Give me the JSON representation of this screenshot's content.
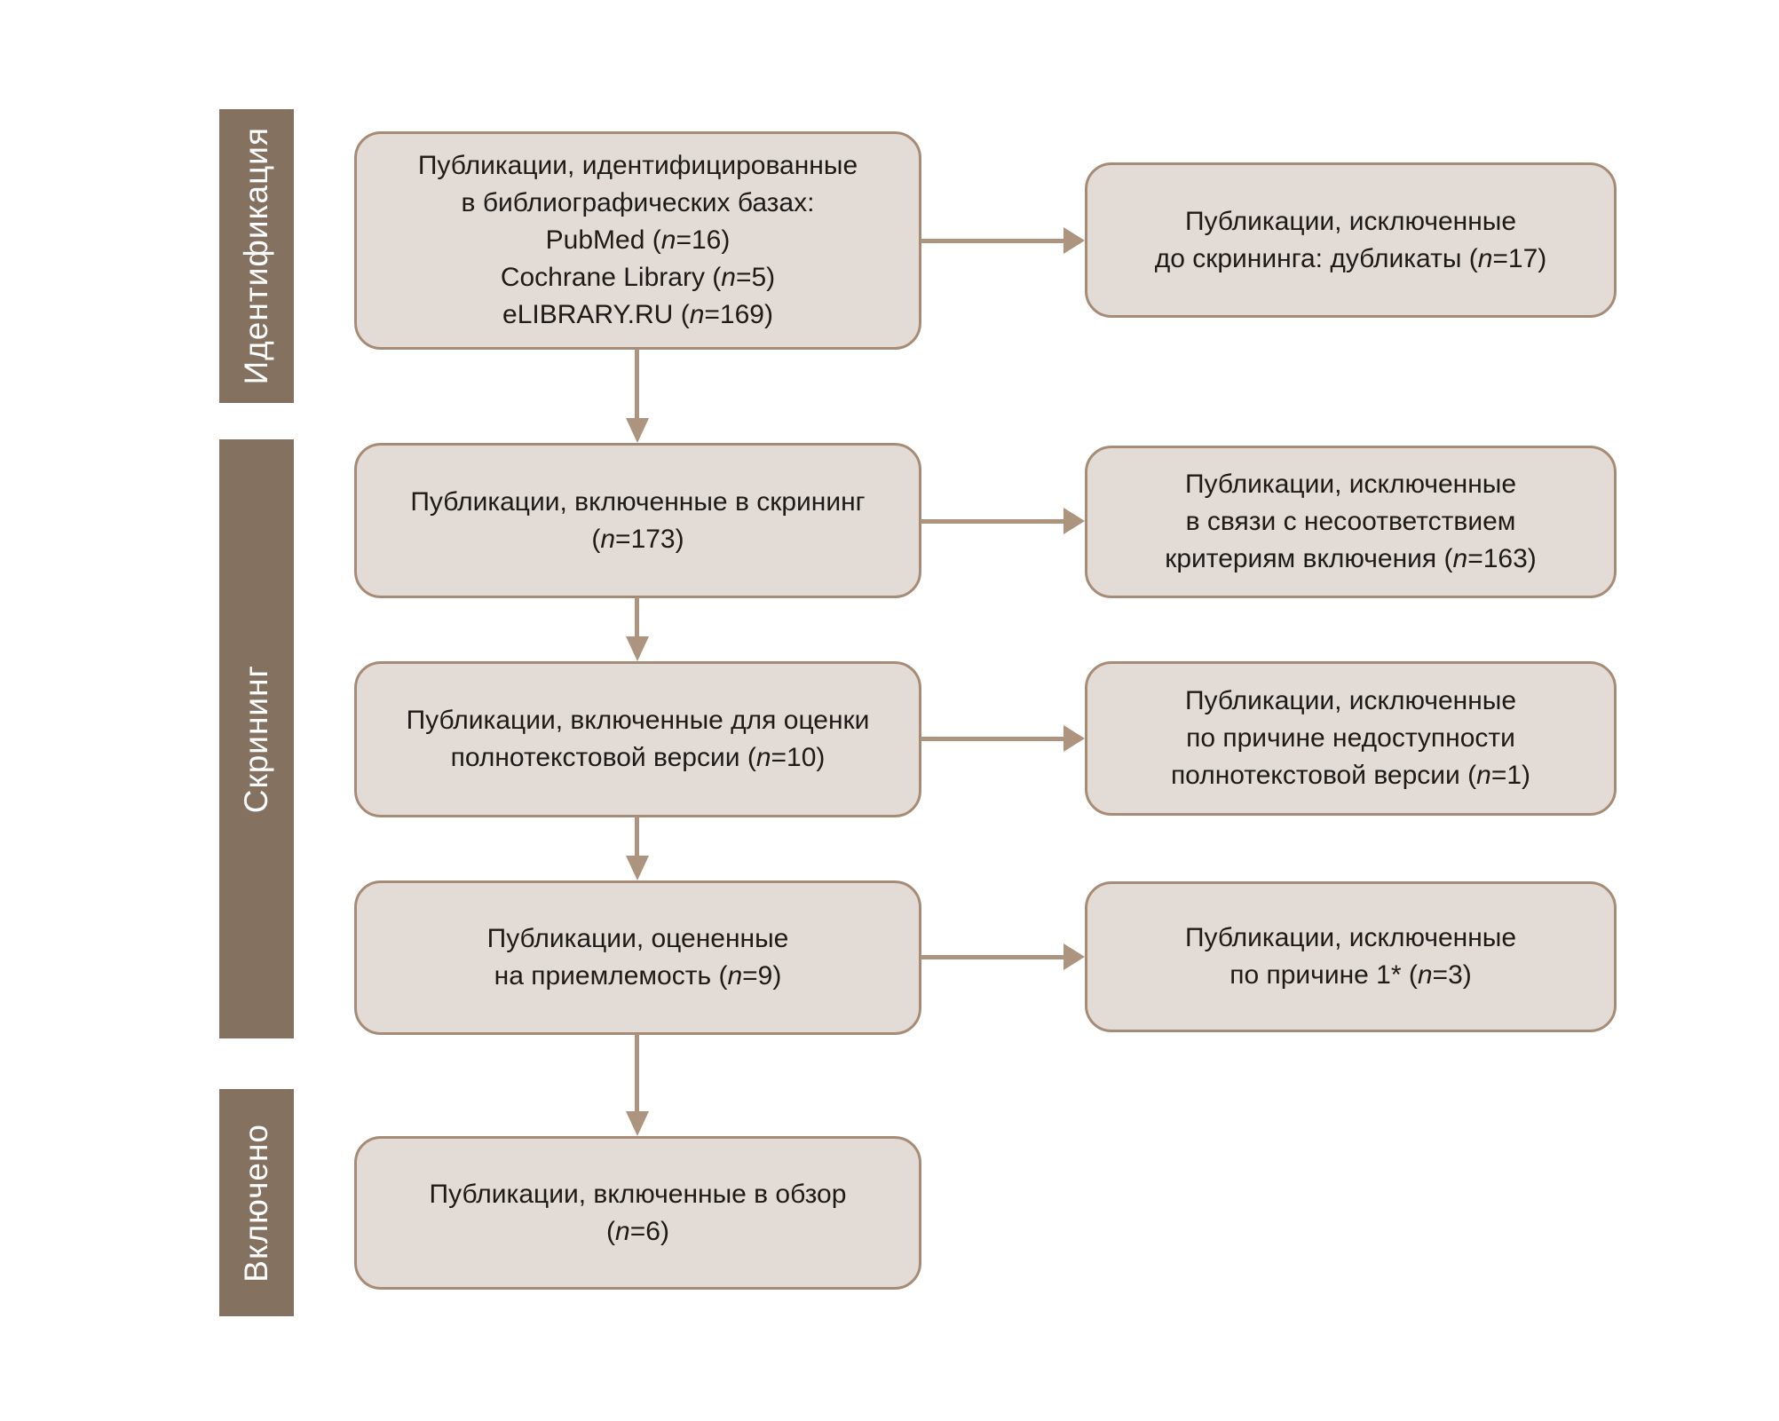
{
  "colors": {
    "background": "#ffffff",
    "boxFill": "#e3dcd6",
    "boxBorder": "#a68c76",
    "arrow": "#ad947e",
    "stageBar": "#847160",
    "stageText": "#ffffff",
    "boxText": "#1e1a17"
  },
  "sidebar": {
    "bars": [
      {
        "label": "Идентификация"
      },
      {
        "label": "Скрининг"
      },
      {
        "label": "Включено"
      }
    ]
  },
  "flow": {
    "main_boxes": [
      {
        "name": "identified",
        "lines": [
          "Публикации, идентифицированные",
          "в библиографических базах:",
          "PubMed (n=16)",
          "Cochrane Library (n=5)",
          "eLIBRARY.RU (n=169)"
        ]
      },
      {
        "name": "screening-included",
        "lines": [
          "Публикации, включенные в скрининг",
          "(n=173)"
        ]
      },
      {
        "name": "fulltext-assessment",
        "lines": [
          "Публикации, включенные для оценки",
          "полнотекстовой версии (n=10)"
        ]
      },
      {
        "name": "eligibility-assessed",
        "lines": [
          "Публикации, оцененные",
          "на приемлемость (n=9)"
        ]
      },
      {
        "name": "review-included",
        "lines": [
          "Публикации, включенные в обзор",
          "(n=6)"
        ]
      }
    ],
    "excluded_boxes": [
      {
        "name": "excluded-duplicates",
        "lines": [
          "Публикации, исключенные",
          "до скрининга: дубликаты (n=17)"
        ]
      },
      {
        "name": "excluded-criteria",
        "lines": [
          "Публикации, исключенные",
          "в связи с несоответствием",
          "критериям включения (n=163)"
        ]
      },
      {
        "name": "excluded-fulltext-unavailable",
        "lines": [
          "Публикации, исключенные",
          "по причине недоступности",
          "полнотекстовой версии (n=1)"
        ]
      },
      {
        "name": "excluded-reason-1",
        "lines": [
          "Публикации, исключенные",
          "по причине 1* (n=3)"
        ]
      }
    ],
    "counts": {
      "pubmed": 16,
      "cochrane_library": 5,
      "elibrary_ru": 169,
      "excluded_duplicates": 17,
      "included_in_screening": 173,
      "excluded_criteria_mismatch": 163,
      "fulltext_assessed": 10,
      "excluded_fulltext_unavailable": 1,
      "eligibility_assessed": 9,
      "excluded_reason_1": 3,
      "included_in_review": 6
    }
  }
}
